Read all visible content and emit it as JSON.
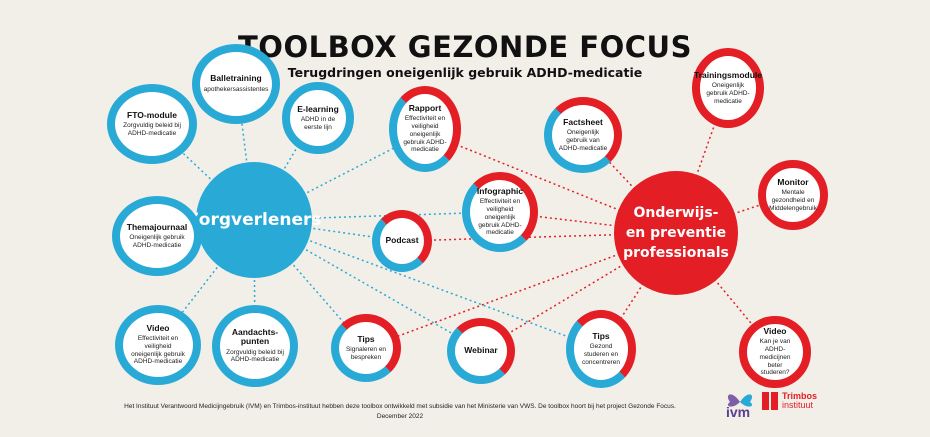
{
  "header": {
    "title": "TOOLBOX GEZONDE FOCUS",
    "subtitle": "Terugdringen oneigenlijk gebruik ADHD-medicatie"
  },
  "hubs": {
    "zorg": "Zorgverleners",
    "onder_1": "Onderwijs-",
    "onder_2": "en preventie",
    "onder_3": "professionals"
  },
  "nodes": {
    "balletraining": {
      "title": "Balletraining",
      "sub": "apothekersassistentes"
    },
    "fto": {
      "title": "FTO-module",
      "sub": "Zorgvuldig beleid bij ADHD-medicatie"
    },
    "elearning": {
      "title": "E-learning",
      "sub": "ADHD in de eerste lijn"
    },
    "rapport": {
      "title": "Rapport",
      "sub": "Effectiviteit en veiligheid oneigenlijk gebruik ADHD-medicatie"
    },
    "factsheet": {
      "title": "Factsheet",
      "sub": "Oneigenlijk gebruik van ADHD-medicatie"
    },
    "trainingsmodule": {
      "title": "Trainingsmodule",
      "sub": "Oneigenlijk gebruik ADHD-medicatie"
    },
    "monitor": {
      "title": "Monitor",
      "sub": "Mentale gezondheid en Middelengebruik"
    },
    "infographic": {
      "title": "Infographic",
      "sub": "Effectiviteit en veiligheid oneigenlijk gebruik ADHD-medicatie"
    },
    "themajournaal": {
      "title": "Themajournaal",
      "sub": "Oneigenlijk gebruik ADHD-medicatie"
    },
    "podcast": {
      "title": "Podcast",
      "sub": ""
    },
    "video1": {
      "title": "Video",
      "sub": "Effectiviteit en veiligheid oneigenlijk gebruik ADHD-medicatie"
    },
    "aandachtspunten": {
      "title": "Aandachts-punten",
      "sub": "Zorgvuldig beleid bij ADHD-medicatie"
    },
    "tips1": {
      "title": "Tips",
      "sub": "Signaleren en bespreken"
    },
    "webinar": {
      "title": "Webinar",
      "sub": ""
    },
    "tips2": {
      "title": "Tips",
      "sub": "Gezond studeren en concentreren"
    },
    "video2": {
      "title": "Video",
      "sub": "Kan je van ADHD-medicijnen beter studeren?"
    }
  },
  "footer": {
    "line1": "Het Instituut Verantwoord Medicijngebruik (IVM) en Trimbos-instituut hebben deze toolbox ontwikkeld met subsidie van het Ministerie van VWS. De toolbox hoort bij het project Gezonde Focus.",
    "line2": "December 2022"
  },
  "logos": {
    "ivm": "ivm",
    "trimbos_1": "Trimbos",
    "trimbos_2": "instituut"
  },
  "colors": {
    "blue": "#29a9d6",
    "red": "#e31e24",
    "background": "#f2efe9"
  }
}
